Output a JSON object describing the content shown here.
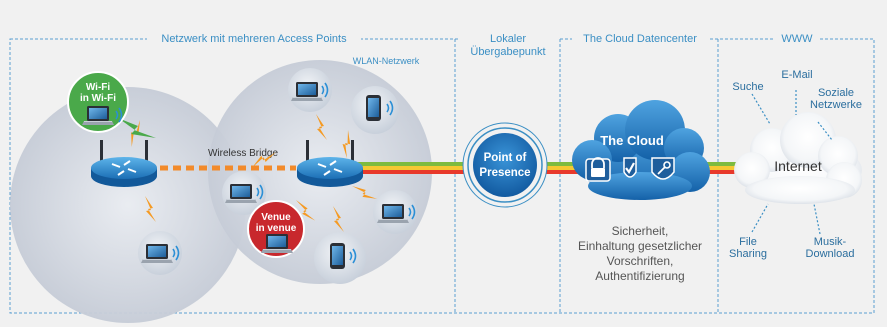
{
  "sections": {
    "network": "Netzwerk mit mehreren Access Points",
    "local_line1": "Lokaler",
    "local_line2": "Übergabepunkt",
    "datacenter": "The Cloud Datencenter",
    "www": "WWW"
  },
  "network": {
    "wlan_label": "WLAN-Netzwerk",
    "bridge_label": "Wireless Bridge",
    "wifi_badge_line1": "Wi-Fi",
    "wifi_badge_line2": "in Wi-Fi",
    "venue_badge_line1": "Venue",
    "venue_badge_line2": "in venue"
  },
  "pop": {
    "line1": "Point of",
    "line2": "Presence"
  },
  "cloud": {
    "title": "The Cloud",
    "desc_line1": "Sicherheit,",
    "desc_line2": "Einhaltung gesetzlicher",
    "desc_line3": "Vorschriften,",
    "desc_line4": "Authentifizierung"
  },
  "internet": {
    "label": "Internet",
    "suche": "Suche",
    "email": "E-Mail",
    "social_line1": "Soziale",
    "social_line2": "Netzwerke",
    "file_line1": "File",
    "file_line2": "Sharing",
    "music_line1": "Musik-",
    "music_line2": "Download"
  },
  "colors": {
    "panel_bg": "#f1f1f1",
    "accent_blue": "#3b8fc4",
    "cloud_blue": "#1f78c1",
    "wifi_green": "#4aa94a",
    "venue_red": "#c8282d",
    "link_orange": "#f28a2a",
    "link_red": "#e8392b",
    "link_yellow": "#f5c832",
    "link_green": "#7dbb3f"
  },
  "icons": [
    "router-icon",
    "laptop-icon",
    "smartphone-icon",
    "lock-icon",
    "shield-check-icon",
    "key-icon",
    "wifi-signal-icon",
    "lightning-icon",
    "cloud-icon"
  ]
}
